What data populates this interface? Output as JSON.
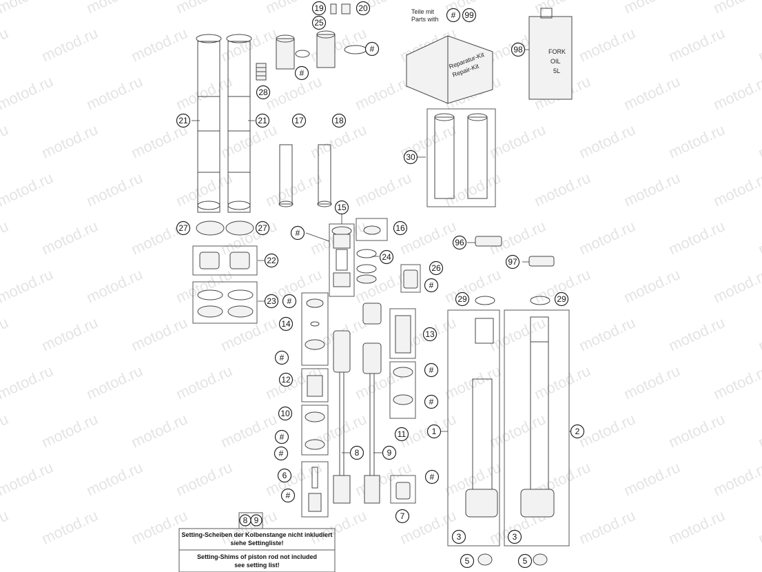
{
  "watermark": "motod.ru",
  "parts_with_label": {
    "line1": "Teile mit",
    "line2": "Parts with"
  },
  "repair_kit_text": {
    "line1": "Reparatur-Kit",
    "line2": "Repair-Kit"
  },
  "fork_oil_text": {
    "line1": "FORK",
    "line2": "OIL",
    "line3": "5L"
  },
  "note": {
    "refs": [
      "8",
      "9"
    ],
    "de_line1": "Setting-Scheiben der Kolbenstange nicht inkludiert",
    "de_line2": "siehe Settingliste!",
    "en_line1": "Setting-Shims of piston rod not included",
    "en_line2": "see setting list!"
  },
  "callouts": [
    "19",
    "20",
    "25",
    "#",
    "#",
    "28",
    "21",
    "21",
    "17",
    "18",
    "#",
    "99",
    "98",
    "30",
    "15",
    "16",
    "#",
    "27",
    "27",
    "22",
    "23",
    "24",
    "26",
    "#",
    "96",
    "97",
    "29",
    "29",
    "#",
    "14",
    "#",
    "13",
    "#",
    "12",
    "#",
    "10",
    "#",
    "#",
    "8",
    "9",
    "11",
    "1",
    "2",
    "6",
    "#",
    "#",
    "7",
    "3",
    "3",
    "5",
    "5"
  ]
}
